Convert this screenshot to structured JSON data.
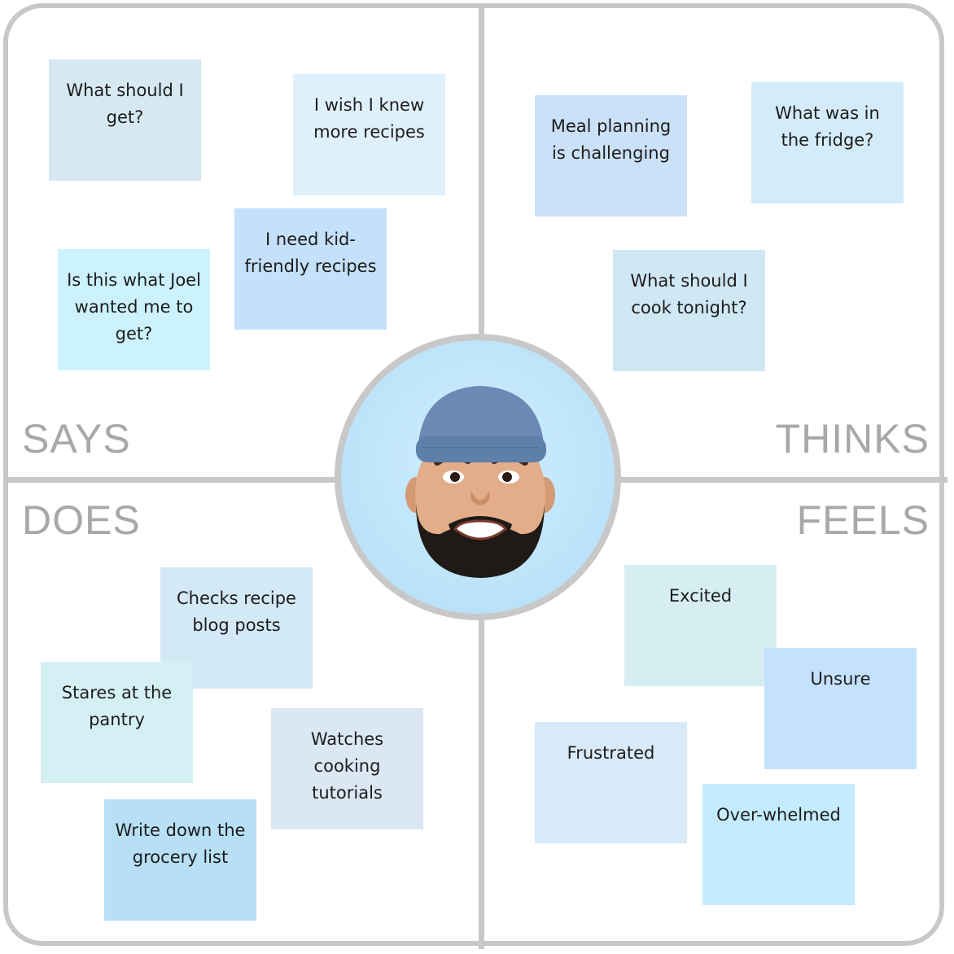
{
  "quadrants": {
    "says": "SAYS",
    "thinks": "THINKS",
    "does": "DOES",
    "feels": "FEELS"
  },
  "notes": {
    "says": [
      {
        "text": "What should I get?",
        "color": "#d6e9f2"
      },
      {
        "text": "I wish I knew more recipes",
        "color": "#dff0fd"
      },
      {
        "text": "I need kid-friendly recipes",
        "color": "#c4e0fa"
      },
      {
        "text": "Is this what Joel wanted me to get?",
        "color": "#ccf2fe"
      }
    ],
    "thinks": [
      {
        "text": "Meal planning is challenging",
        "color": "#cbe1f7"
      },
      {
        "text": "What was in the fridge?",
        "color": "#d4ecf9"
      },
      {
        "text": "What should I cook tonight?",
        "color": "#d0e8f3"
      }
    ],
    "does": [
      {
        "text": "Checks recipe blog posts",
        "color": "#d3e9f6"
      },
      {
        "text": "Stares at the pantry",
        "color": "#d5f0f4"
      },
      {
        "text": "Watches cooking tutorials",
        "color": "#dbe8f4"
      },
      {
        "text": "Write down the grocery list",
        "color": "#b7e0f6"
      }
    ],
    "feels": [
      {
        "text": "Excited",
        "color": "#d6eef2"
      },
      {
        "text": "Unsure",
        "color": "#c4e2fd"
      },
      {
        "text": "Frustrated",
        "color": "#d8eaf8"
      },
      {
        "text": "Over-whelmed",
        "color": "#c4ecfc"
      }
    ]
  },
  "avatar": {
    "icon": "person-avatar-icon",
    "background": "#bfe4fa"
  }
}
